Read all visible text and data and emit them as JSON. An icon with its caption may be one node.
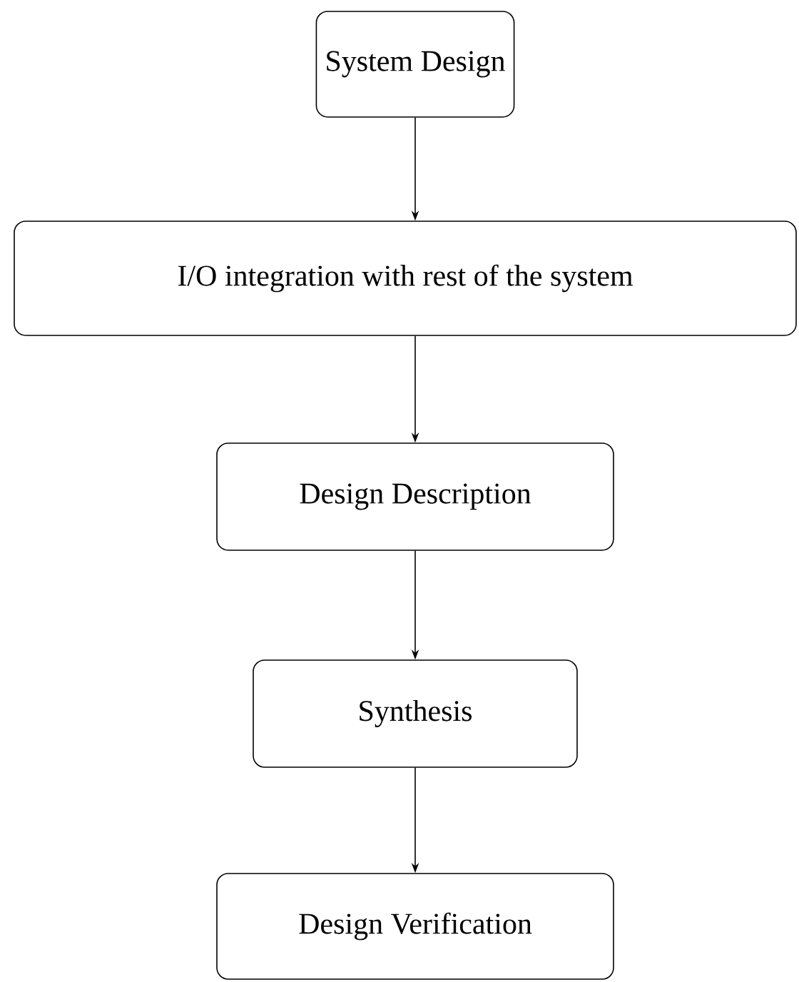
{
  "diagram": {
    "nodes": [
      {
        "text": [
          "System Design"
        ]
      },
      {
        "text": [
          "I/O integration with rest of the system"
        ]
      },
      {
        "text": [
          "Design Description"
        ]
      },
      {
        "text": [
          "Synthesis"
        ]
      },
      {
        "text": [
          "Design Verification"
        ]
      }
    ],
    "edges": [
      {
        "from": 0,
        "to": 1,
        "arrow": "to"
      },
      {
        "from": 1,
        "to": 2,
        "arrow": "to"
      },
      {
        "from": 2,
        "to": 3,
        "arrow": "to"
      },
      {
        "from": 3,
        "to": 4,
        "arrow": "to"
      }
    ]
  }
}
